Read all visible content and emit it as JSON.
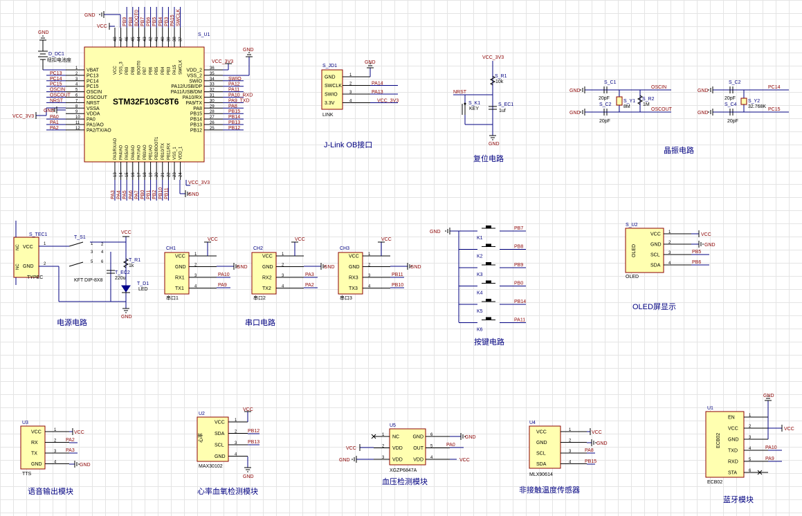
{
  "sections": {
    "power": "电源电路",
    "uart": "串口电路",
    "jlink": "J-Link OB接口",
    "reset": "复位电路",
    "crystal": "晶振电路",
    "keys": "按键电路",
    "oled": "OLED屏显示",
    "voice": "语音输出模块",
    "hr": "心率血氧检测模块",
    "bp": "血压检测模块",
    "temp": "非接触温度传感器",
    "bt": "蓝牙模块"
  },
  "mcu": {
    "ref": "S_U1",
    "part": "STM32F103C8T6",
    "left_pins": [
      {
        "num": "1",
        "name": "VBAT"
      },
      {
        "num": "2",
        "name": "PC13"
      },
      {
        "num": "3",
        "name": "PC14"
      },
      {
        "num": "4",
        "name": "PC15"
      },
      {
        "num": "5",
        "name": "OSCIN"
      },
      {
        "num": "6",
        "name": "OSCOUT"
      },
      {
        "num": "7",
        "name": "NRST"
      },
      {
        "num": "8",
        "name": "VSSA"
      },
      {
        "num": "9",
        "name": "VDDA"
      },
      {
        "num": "10",
        "name": "PA0"
      },
      {
        "num": "11",
        "name": "PA1/AO"
      },
      {
        "num": "12",
        "name": "PA2/TX/AO"
      }
    ],
    "left_nets": [
      "",
      "PC13",
      "PC14",
      "PC15",
      "OSCIN",
      "OSCOUT",
      "NRST",
      "",
      "",
      "PA0",
      "PA1",
      "PA2"
    ],
    "right_pins": [
      {
        "num": "36",
        "name": "VDD_2"
      },
      {
        "num": "35",
        "name": "VSS_2"
      },
      {
        "num": "34",
        "name": "SWIO"
      },
      {
        "num": "33",
        "name": "PA12/USB/DP"
      },
      {
        "num": "32",
        "name": "PA11/USB/DM"
      },
      {
        "num": "31",
        "name": "PA10/RX"
      },
      {
        "num": "30",
        "name": "PA9/TX"
      },
      {
        "num": "29",
        "name": "PA8"
      },
      {
        "num": "28",
        "name": "PB15"
      },
      {
        "num": "27",
        "name": "PB14"
      },
      {
        "num": "26",
        "name": "PB13"
      },
      {
        "num": "25",
        "name": "PB12"
      }
    ],
    "right_nets": [
      "",
      "",
      "SWIO",
      "PA12",
      "PA11",
      "PA10_RXD",
      "PA9_TXD",
      "PA8",
      "PB15",
      "PB14",
      "PB13",
      "PB12"
    ],
    "top_pins": [
      {
        "num": "48",
        "name": "VCC"
      },
      {
        "num": "47",
        "name": "VSS_3"
      },
      {
        "num": "46",
        "name": "PB9"
      },
      {
        "num": "45",
        "name": "PB8"
      },
      {
        "num": "44",
        "name": "BOOT0"
      },
      {
        "num": "43",
        "name": "PB7"
      },
      {
        "num": "42",
        "name": "PB6"
      },
      {
        "num": "41",
        "name": "PB5"
      },
      {
        "num": "40",
        "name": "PB4"
      },
      {
        "num": "39",
        "name": "PB3"
      },
      {
        "num": "38",
        "name": "PA15"
      },
      {
        "num": "37",
        "name": "SWCLK"
      }
    ],
    "top_nets": [
      "",
      "",
      "PB9",
      "PB8",
      "BOOT0",
      "PB7",
      "PB6",
      "PB5",
      "PB4",
      "PB3",
      "PA15",
      "SWCLK"
    ],
    "bottom_pins": [
      {
        "num": "13",
        "name": "PA3/RX/AO"
      },
      {
        "num": "14",
        "name": "PA4/AO"
      },
      {
        "num": "15",
        "name": "PA5/AO"
      },
      {
        "num": "16",
        "name": "PA6/AO"
      },
      {
        "num": "17",
        "name": "PA7/AO"
      },
      {
        "num": "18",
        "name": "PB0/AO"
      },
      {
        "num": "19",
        "name": "PB1/AO"
      },
      {
        "num": "20",
        "name": "PB2/BOOT1"
      },
      {
        "num": "21",
        "name": "PB10/TX"
      },
      {
        "num": "22",
        "name": "PB11/RX"
      },
      {
        "num": "23",
        "name": "VSS_1"
      },
      {
        "num": "24",
        "name": "VDD_1"
      }
    ],
    "bottom_nets": [
      "PA3",
      "PA4",
      "PA5",
      "PA6",
      "PA7",
      "PB0",
      "PB1",
      "PB2",
      "PB10",
      "PB11",
      "",
      ""
    ],
    "gnd_top": "GND",
    "vcc_top": "VCC",
    "vcc_right": "VCC_3V3",
    "gnd_right": "GND",
    "vcc_left": "VCC_3V3",
    "gnd_left": "GND",
    "vcc_bottom": "VCC_3V3",
    "gnd_bottom": "GND",
    "battery_ref": "D_DC1",
    "battery_label": "纽扣电池座",
    "battery_gnd": "GND"
  },
  "jlink": {
    "ref": "S_JD1",
    "footer": "LINK",
    "pins": [
      {
        "num": "1",
        "name": "GND",
        "net": ""
      },
      {
        "num": "2",
        "name": "SWCLK",
        "net": "PA14"
      },
      {
        "num": "3",
        "name": "SWIO",
        "net": "PA13"
      },
      {
        "num": "4",
        "name": "3.3V",
        "net": "VCC_3V3"
      }
    ],
    "gnd": "GND"
  },
  "reset": {
    "vcc": "VCC_3V3",
    "r_ref": "S_R1",
    "r_val": "10k",
    "net": "NRST",
    "key_ref": "S_K1",
    "key_label": "KEY",
    "c_ref": "S_EC1",
    "c_val": "1uf",
    "gnd": "GND"
  },
  "crystal1": {
    "c1_ref": "S_C1",
    "c1_val": "20pF",
    "c2_ref": "S_C2",
    "c2_val": "20pF",
    "y_ref": "S_Y1",
    "y_val": "8M",
    "r_ref": "S_R2",
    "r_val": "1M",
    "net_in": "OSCIN",
    "net_out": "OSCOUT",
    "gnd1": "GND",
    "gnd2": "GND"
  },
  "crystal2": {
    "c1_ref": "S_C2",
    "c1_val": "20pF",
    "c2_ref": "S_C4",
    "c2_val": "20pF",
    "y_ref": "S_Y2",
    "y_val": "32.768K",
    "net1": "PC14",
    "net2": "PC15",
    "gnd1": "GND",
    "gnd2": "GND"
  },
  "power": {
    "conn_ref": "S_TEC1",
    "conn_footer": "TYPEC",
    "pins": [
      {
        "num": "1",
        "name": "VCC",
        "side": "NC"
      },
      {
        "num": "2",
        "name": "GND",
        "side": "NC"
      }
    ],
    "sw_ref": "T_S1",
    "sw_label": "KFT DIP-8X8",
    "vcc": "VCC",
    "r_ref": "T_R1",
    "r_val": "1k",
    "c_ref": "T_EC2",
    "c_val": "220u",
    "led_ref": "T_D1",
    "led_label": "LED",
    "gnd": "GND",
    "sw_pins": [
      "1",
      "2",
      "3",
      "4",
      "5",
      "6"
    ]
  },
  "uarts": [
    {
      "ref": "CH1",
      "footer": "串口1",
      "pins": [
        {
          "num": "1",
          "name": "VCC",
          "net": "VCC"
        },
        {
          "num": "2",
          "name": "GND",
          "net": "GND"
        },
        {
          "num": "3",
          "name": "RX1",
          "net": "PA10"
        },
        {
          "num": "4",
          "name": "TX1",
          "net": "PA9"
        }
      ]
    },
    {
      "ref": "CH2",
      "footer": "串口2",
      "pins": [
        {
          "num": "1",
          "name": "VCC",
          "net": "VCC"
        },
        {
          "num": "2",
          "name": "GND",
          "net": "GND"
        },
        {
          "num": "3",
          "name": "RX2",
          "net": "PA3"
        },
        {
          "num": "4",
          "name": "TX2",
          "net": "PA2"
        }
      ]
    },
    {
      "ref": "CH3",
      "footer": "串口3",
      "pins": [
        {
          "num": "1",
          "name": "VCC",
          "net": "VCC"
        },
        {
          "num": "2",
          "name": "GND",
          "net": "GND"
        },
        {
          "num": "3",
          "name": "RX3",
          "net": "PB11"
        },
        {
          "num": "4",
          "name": "TX3",
          "net": "PB10"
        }
      ]
    }
  ],
  "keys": {
    "gnd": "GND",
    "items": [
      {
        "ref": "K1",
        "net": "PB7"
      },
      {
        "ref": "K2",
        "net": "PB8"
      },
      {
        "ref": "K3",
        "net": "PB9"
      },
      {
        "ref": "K4",
        "net": "PB0"
      },
      {
        "ref": "K5",
        "net": "PB14"
      },
      {
        "ref": "K6",
        "net": "PA11"
      }
    ]
  },
  "oled": {
    "ref": "S_U2",
    "body": "OLED",
    "footer": "OLED",
    "pins": [
      {
        "num": "1",
        "name": "VCC",
        "net": "VCC"
      },
      {
        "num": "2",
        "name": "GND",
        "net": "GND"
      },
      {
        "num": "3",
        "name": "SCL",
        "net": "PB5"
      },
      {
        "num": "4",
        "name": "SDA",
        "net": "PB6"
      }
    ]
  },
  "voice": {
    "ref": "U3",
    "footer": "TTS",
    "pins": [
      {
        "num": "1",
        "name": "VCC",
        "net": "VCC"
      },
      {
        "num": "2",
        "name": "RX",
        "net": "PA2"
      },
      {
        "num": "3",
        "name": "TX",
        "net": "PA3"
      },
      {
        "num": "4",
        "name": "GND",
        "net": "GND"
      }
    ]
  },
  "hr": {
    "ref": "U2",
    "footer": "MAX30102",
    "body": "心率",
    "pins": [
      {
        "num": "1",
        "name": "VCC",
        "net": "VCC"
      },
      {
        "num": "2",
        "name": "SDA",
        "net": "PB12"
      },
      {
        "num": "3",
        "name": "SCL",
        "net": "PB13"
      },
      {
        "num": "4",
        "name": "GND",
        "net": "GND"
      }
    ]
  },
  "bp": {
    "ref": "U5",
    "footer": "XGZP6847A",
    "left": [
      {
        "num": "1",
        "name": "NC",
        "net": ""
      },
      {
        "num": "2",
        "name": "VDD",
        "net": "VCC"
      },
      {
        "num": "3",
        "name": "VDD",
        "net": "GND"
      }
    ],
    "right": [
      {
        "num": "6",
        "name": "GND",
        "net": "GND"
      },
      {
        "num": "5",
        "name": "OUT",
        "net": "PA0"
      },
      {
        "num": "4",
        "name": "VDD",
        "net": "VCC"
      }
    ]
  },
  "temp": {
    "ref": "U4",
    "footer": "MLX90614",
    "pins": [
      {
        "num": "1",
        "name": "VCC",
        "net": "VCC"
      },
      {
        "num": "2",
        "name": "GND",
        "net": "GND"
      },
      {
        "num": "3",
        "name": "SCL",
        "net": "PA8"
      },
      {
        "num": "4",
        "name": "SDA",
        "net": "PB15"
      }
    ]
  },
  "bt": {
    "ref": "U1",
    "footer": "ECB02",
    "body": "ECB02",
    "pins": [
      {
        "num": "1",
        "name": "EN",
        "net": ""
      },
      {
        "num": "2",
        "name": "VCC",
        "net": "VCC"
      },
      {
        "num": "3",
        "name": "GND",
        "net": ""
      },
      {
        "num": "4",
        "name": "TXD",
        "net": "PA10"
      },
      {
        "num": "5",
        "name": "RXD",
        "net": "PA9"
      },
      {
        "num": "6",
        "name": "STA",
        "net": ""
      }
    ],
    "gnd": "GND"
  }
}
